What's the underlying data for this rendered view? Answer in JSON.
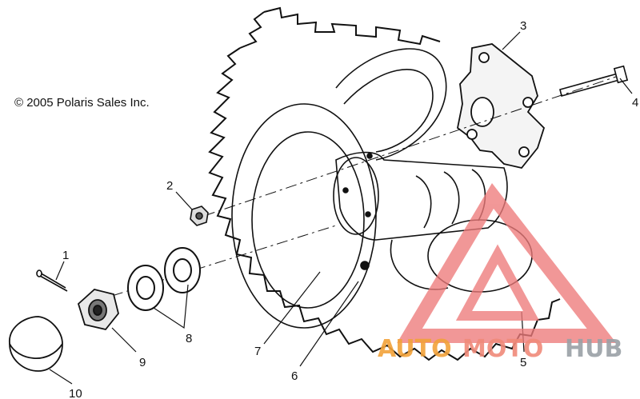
{
  "copyright": "© 2005 Polaris Sales Inc.",
  "callouts": {
    "c1": "1",
    "c2": "2",
    "c3": "3",
    "c4": "4",
    "c5": "5",
    "c6": "6",
    "c7": "7",
    "c8": "8",
    "c9": "9",
    "c10": "10"
  },
  "watermark": {
    "auto": "AUTO",
    "moto": "MOTO",
    "hub": "HUB",
    "colors": {
      "auto": "#f2a23a",
      "moto": "#f08a7a",
      "hub": "#9aa0a6",
      "triangle": "#ee7b7b"
    }
  }
}
